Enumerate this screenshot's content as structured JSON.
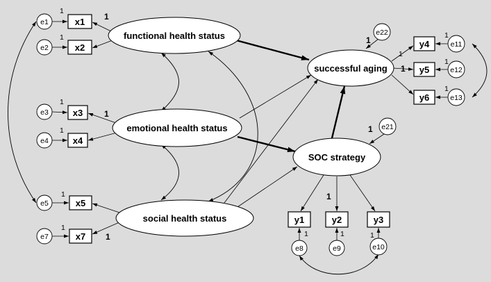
{
  "latent": {
    "functional": "functional health status",
    "emotional": "emotional health status",
    "social": "social health status",
    "success": "successful aging",
    "soc": "SOC strategy"
  },
  "observed": {
    "x1": "x1",
    "x2": "x2",
    "x3": "x3",
    "x4": "x4",
    "x5": "x5",
    "x7": "x7",
    "y1": "y1",
    "y2": "y2",
    "y3": "y3",
    "y4": "y4",
    "y5": "y5",
    "y6": "y6"
  },
  "errors": {
    "e1": "e1",
    "e2": "e2",
    "e3": "e3",
    "e4": "e4",
    "e5": "e5",
    "e7": "e7",
    "e8": "e8",
    "e9": "e9",
    "e10": "e10",
    "e11": "e11",
    "e12": "e12",
    "e13": "e13",
    "e21": "e21",
    "e22": "e22"
  },
  "fixed_path_label": "1"
}
